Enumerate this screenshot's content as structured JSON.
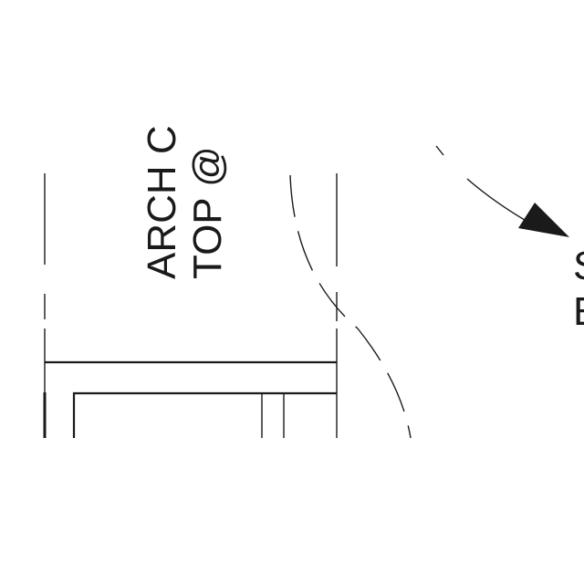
{
  "drawing": {
    "vertical_note": {
      "line_1": "ARCH C",
      "line_2": "TOP @"
    },
    "side_note": {
      "line_1": "S",
      "line_2": "E"
    },
    "colors": {
      "ink": "#1a1a1a",
      "background": "#ffffff"
    }
  }
}
